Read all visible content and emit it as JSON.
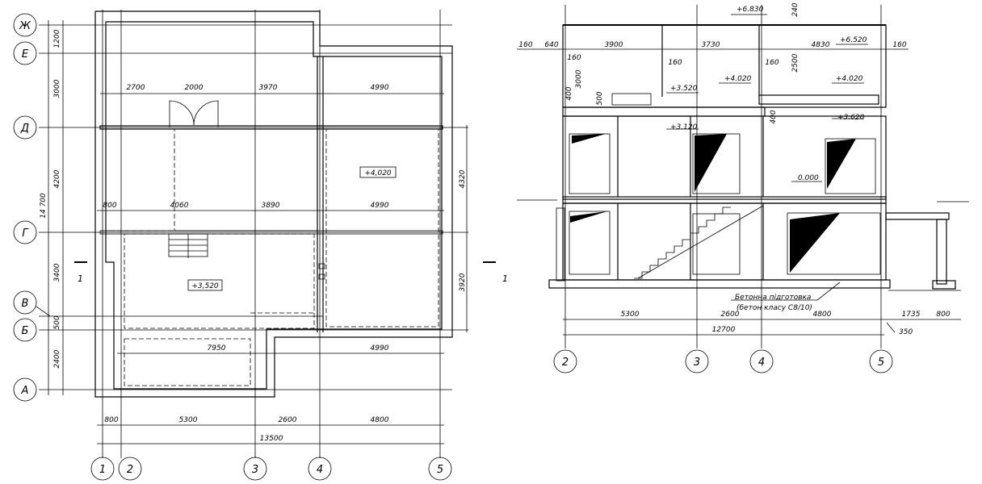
{
  "plan": {
    "axes_v": [
      "1",
      "2",
      "3",
      "4",
      "5"
    ],
    "axes_h": [
      "Ж",
      "Е",
      "Д",
      "Г",
      "В",
      "Б",
      "А"
    ],
    "dims_left": [
      "1200",
      "3000",
      "4200",
      "3400",
      "500",
      "2400"
    ],
    "dim_total_left": "14 700",
    "dims_top_row": [
      "2700",
      "2000",
      "3970",
      "4990"
    ],
    "dims_mid_row": [
      "800",
      "4060",
      "3890",
      "4990"
    ],
    "dims_low_row": [
      "7950",
      "4990"
    ],
    "dims_bottom": [
      "800",
      "5300",
      "2600",
      "4800"
    ],
    "dim_total_bottom": "13500",
    "dims_right": [
      "4320",
      "3920"
    ],
    "level_a": "+4,020",
    "level_b": "+3,520",
    "section_mark": "1"
  },
  "section": {
    "axes": [
      "2",
      "3",
      "4",
      "5"
    ],
    "section_mark": "1",
    "top_dims": [
      "160",
      "640",
      "3900",
      "3730",
      "4830",
      "160"
    ],
    "small_160": [
      "160",
      "160",
      "160"
    ],
    "vdims": [
      "3000",
      "2500",
      "400",
      "500",
      "400",
      "240"
    ],
    "levels": [
      "+6.830",
      "+6.520",
      "+4.020",
      "+4.020",
      "+3.520",
      "+3.620",
      "+3.120",
      "0.000"
    ],
    "bottom_dims": [
      "5300",
      "2600",
      "4800",
      "1735",
      "800"
    ],
    "total_dim": "12700",
    "dim_350": "350",
    "note_1": "Бетонна підготовка",
    "note_2": "(бетон класу С8/10)"
  }
}
